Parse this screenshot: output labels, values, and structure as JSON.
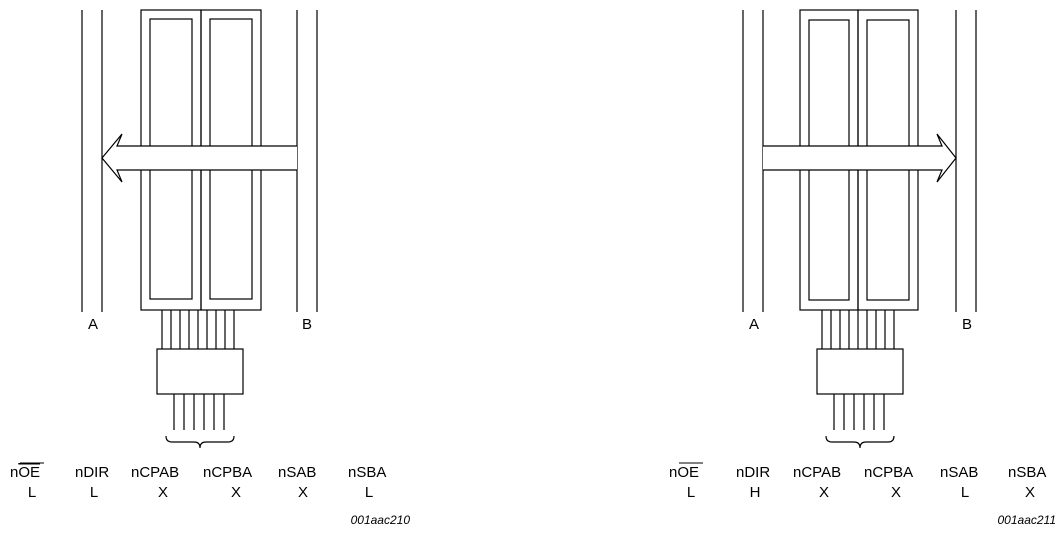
{
  "diagrams": [
    {
      "bus_a_label": "A",
      "bus_b_label": "B",
      "direction": "B-to-A",
      "signals": [
        {
          "name_prefix": "n",
          "name_overlined": "OE",
          "state": "L"
        },
        {
          "name_prefix": "nDIR",
          "name_overlined": "",
          "state": "L"
        },
        {
          "name_prefix": "nCPAB",
          "name_overlined": "",
          "state": "X"
        },
        {
          "name_prefix": "nCPBA",
          "name_overlined": "",
          "state": "X"
        },
        {
          "name_prefix": "nSAB",
          "name_overlined": "",
          "state": "X"
        },
        {
          "name_prefix": "nSBA",
          "name_overlined": "",
          "state": "L"
        }
      ],
      "figure_id": "001aac210"
    },
    {
      "bus_a_label": "A",
      "bus_b_label": "B",
      "direction": "A-to-B",
      "signals": [
        {
          "name_prefix": "n",
          "name_overlined": "OE",
          "state": "L"
        },
        {
          "name_prefix": "nDIR",
          "name_overlined": "",
          "state": "H"
        },
        {
          "name_prefix": "nCPAB",
          "name_overlined": "",
          "state": "X"
        },
        {
          "name_prefix": "nCPBA",
          "name_overlined": "",
          "state": "X"
        },
        {
          "name_prefix": "nSAB",
          "name_overlined": "",
          "state": "L"
        },
        {
          "name_prefix": "nSBA",
          "name_overlined": "",
          "state": "X"
        }
      ],
      "figure_id": "001aac211"
    }
  ]
}
